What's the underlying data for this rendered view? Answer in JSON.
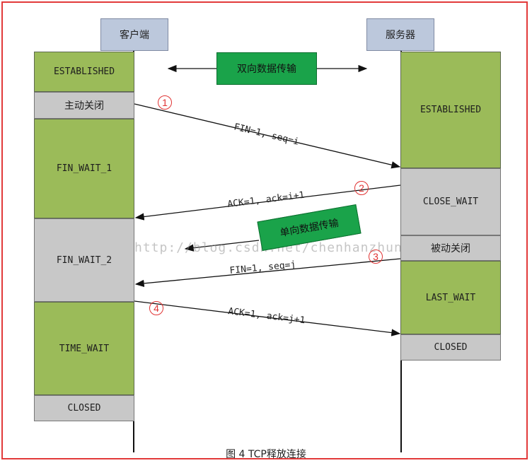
{
  "client": {
    "title": "客户端",
    "states": [
      "ESTABLISHED",
      "主动关闭",
      "FIN_WAIT_1",
      "FIN_WAIT_2",
      "TIME_WAIT",
      "CLOSED"
    ]
  },
  "server": {
    "title": "服务器",
    "states": [
      "ESTABLISHED",
      "CLOSE_WAIT",
      "被动关闭",
      "LAST_WAIT",
      "CLOSED"
    ]
  },
  "bidirectional_label": "双向数据传输",
  "unidirectional_label": "单向数据传输",
  "messages": [
    {
      "step": "1",
      "label": "FIN=1, seq=i"
    },
    {
      "step": "2",
      "label": "ACK=1, ack=i+1"
    },
    {
      "step": "3",
      "label": "FIN=1, seq=j"
    },
    {
      "step": "4",
      "label": "ACK=1, ack=j+1"
    }
  ],
  "watermark": "http://blog.csdn.net/chenhanzhun",
  "caption": "图 4 TCP释放连接",
  "colors": {
    "frame": "#e23a3a",
    "state_green": "#9bbb59",
    "state_grey": "#c8c8c8",
    "header": "#bcc8dc",
    "pill": "#1aa34a",
    "step_circle": "#e03434"
  }
}
